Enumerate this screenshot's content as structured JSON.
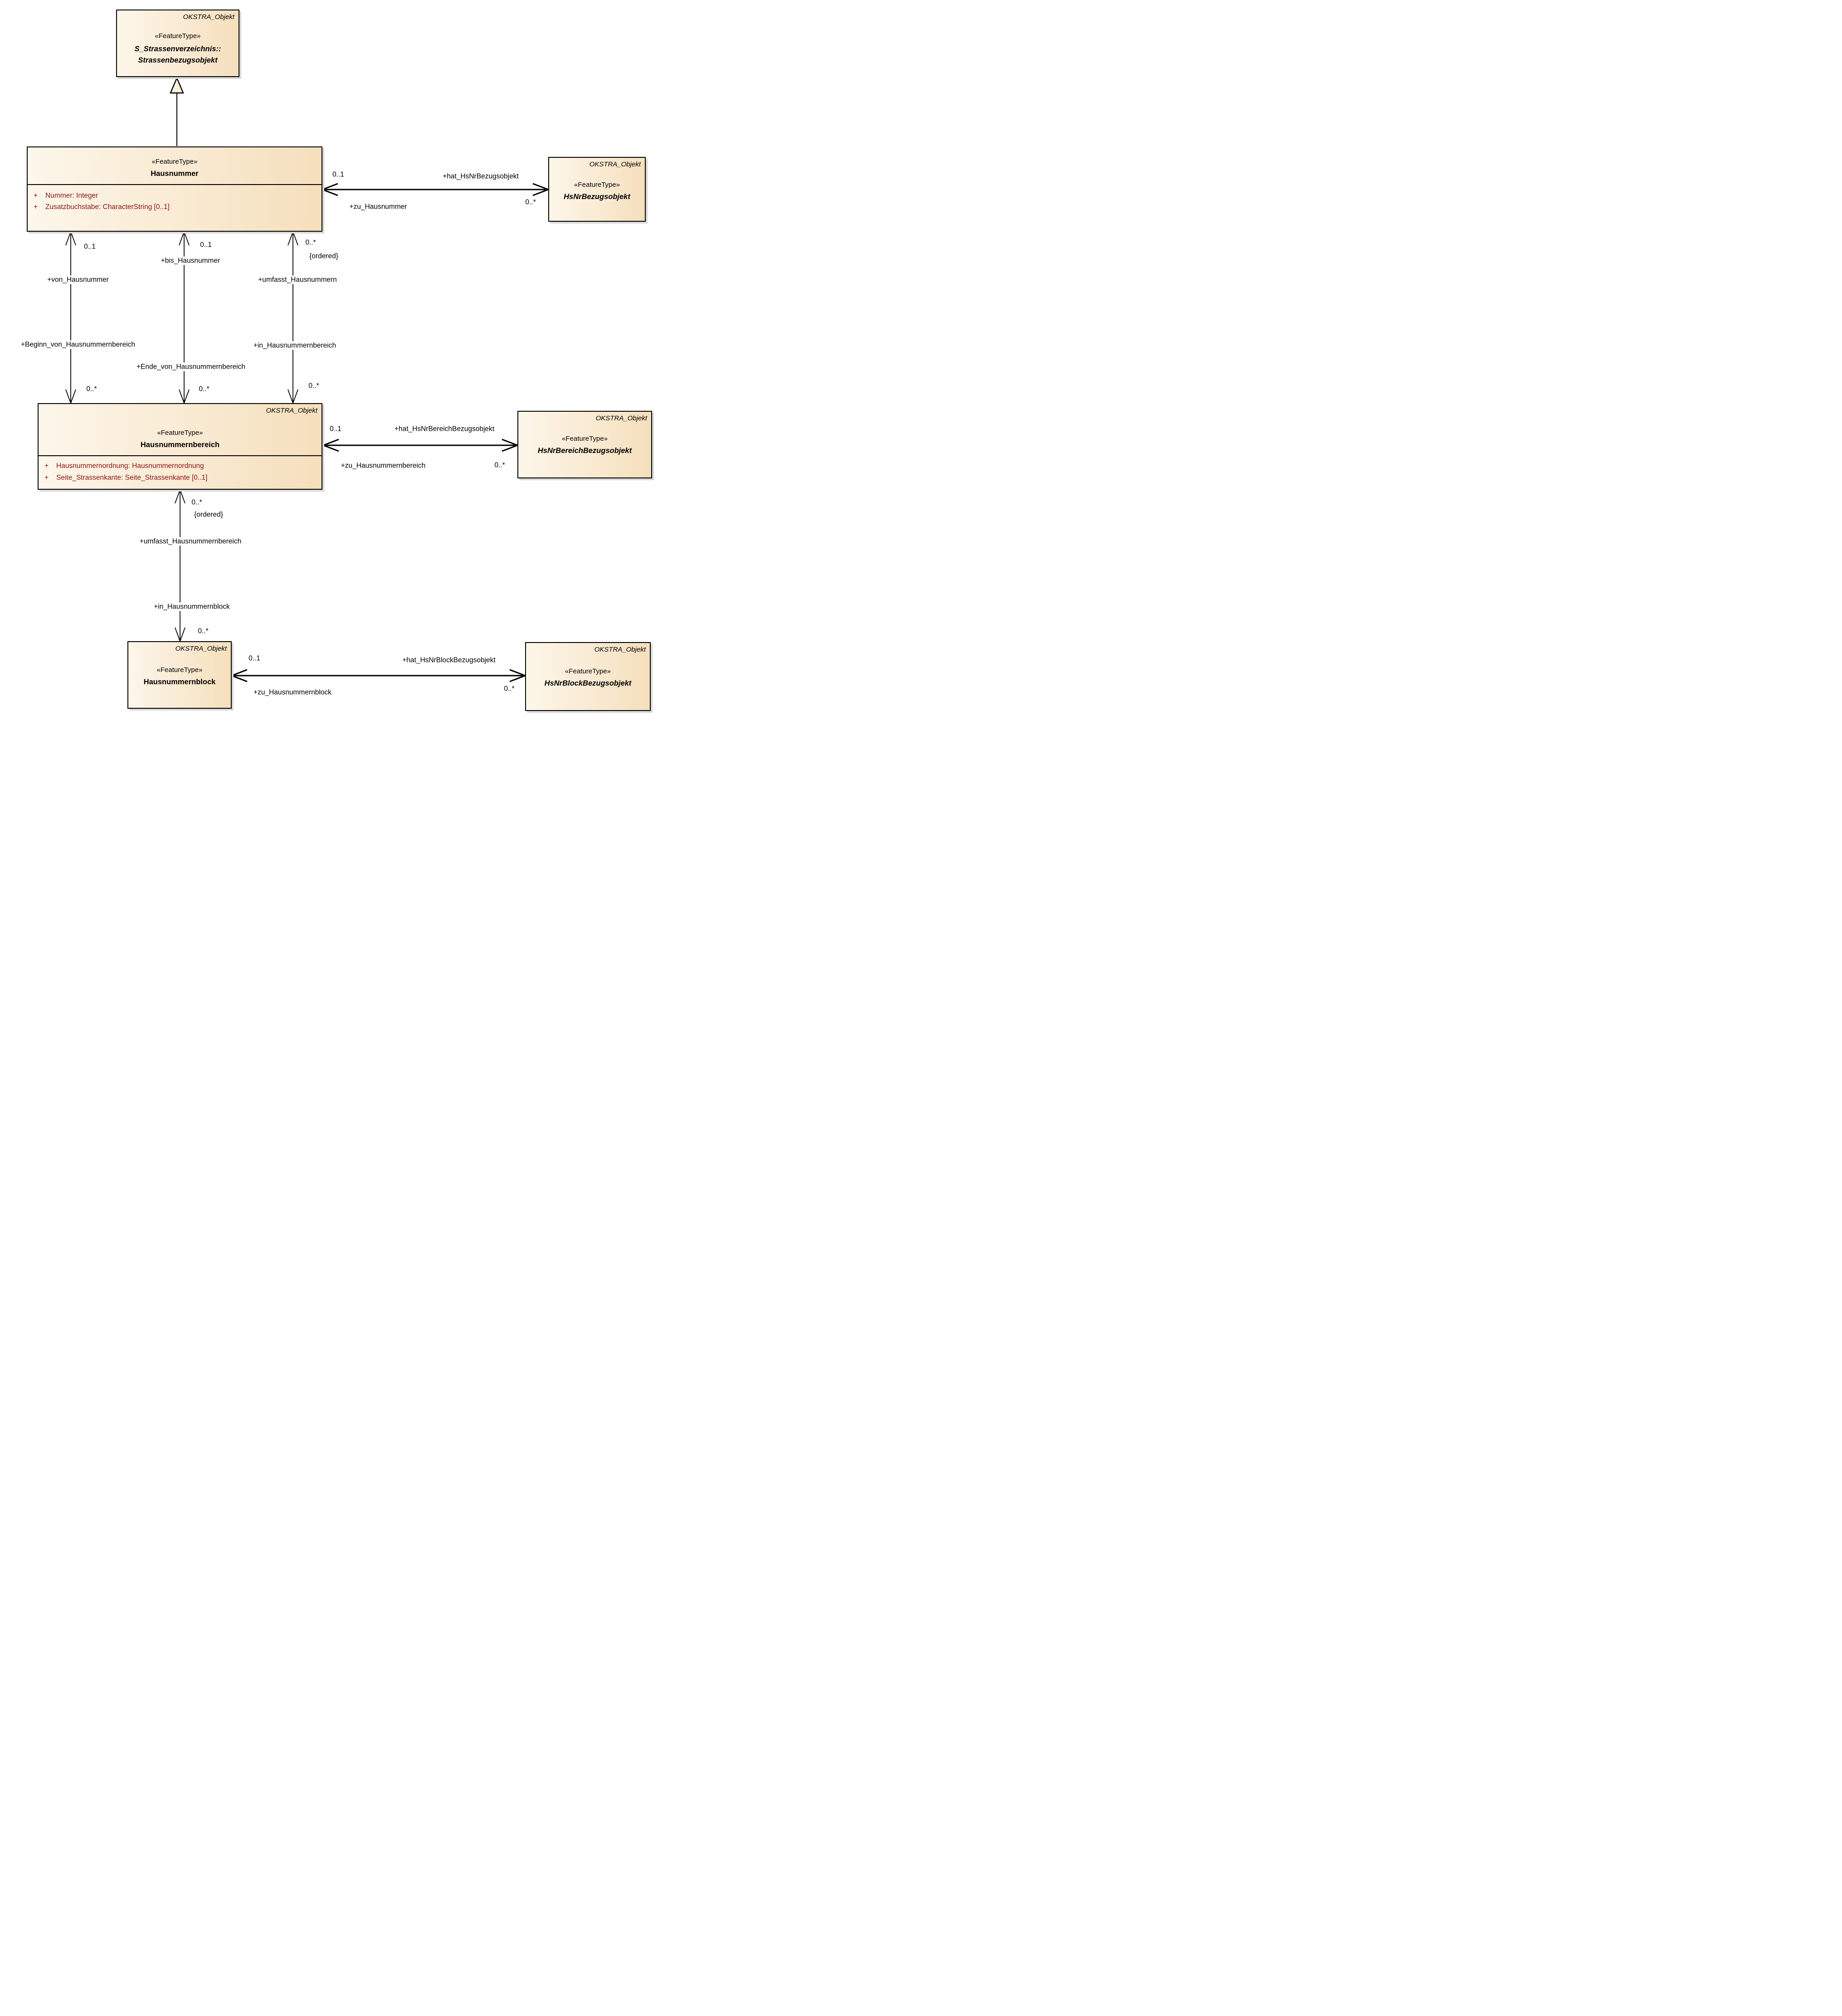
{
  "colors": {
    "box_fill_left": "#fdf6ea",
    "box_fill_right": "#f5dfbc",
    "box_border": "#000000",
    "shadow": "#d8d8d8",
    "attribute_text": "#8b1412",
    "line": "#000000",
    "background": "#ffffff"
  },
  "classes": {
    "strassenbezugsobjekt": {
      "meta": "OKSTRA_Objekt",
      "stereotype": "«FeatureType»",
      "name_line1": "S_Strassenverzeichnis::",
      "name_line2": "Strassenbezugsobjekt"
    },
    "hausnummer": {
      "stereotype": "«FeatureType»",
      "name": "Hausnummer",
      "attributes": [
        {
          "vis": "+",
          "text": "Nummer: Integer"
        },
        {
          "vis": "+",
          "text": "Zusatzbuchstabe: CharacterString [0..1]"
        }
      ]
    },
    "hsnr_bezugsobjekt": {
      "meta": "OKSTRA_Objekt",
      "stereotype": "«FeatureType»",
      "name": "HsNrBezugsobjekt"
    },
    "hausnummernbereich": {
      "meta": "OKSTRA_Objekt",
      "stereotype": "«FeatureType»",
      "name": "Hausnummernbereich",
      "attributes": [
        {
          "vis": "+",
          "text": "Hausnummernordnung: Hausnummernordnung"
        },
        {
          "vis": "+",
          "text": "Seite_Strassenkante: Seite_Strassenkante [0..1]"
        }
      ]
    },
    "hsnrbereich_bezugsobjekt": {
      "meta": "OKSTRA_Objekt",
      "stereotype": "«FeatureType»",
      "name": "HsNrBereichBezugsobjekt"
    },
    "hausnummernblock": {
      "meta": "OKSTRA_Objekt",
      "stereotype": "«FeatureType»",
      "name": "Hausnummernblock"
    },
    "hsnrblock_bezugsobjekt": {
      "meta": "OKSTRA_Objekt",
      "stereotype": "«FeatureType»",
      "name": "HsNrBlockBezugsobjekt"
    }
  },
  "associations": {
    "hat_hsnr": {
      "mult_hausnummer": "0..1",
      "role_bezugsobjekt": "+hat_HsNrBezugsobjekt",
      "role_hausnummer": "+zu_Hausnummer",
      "mult_bezugsobjekt": "0..*"
    },
    "von": {
      "mult_hausnummer": "0..1",
      "role_hausnummer": "+von_Hausnummer",
      "role_bereich": "+Beginn_von_Hausnummernbereich",
      "mult_bereich": "0..*"
    },
    "bis": {
      "mult_hausnummer": "0..1",
      "role_hausnummer": "+bis_Hausnummer",
      "role_bereich": "+Ende_von_Hausnummernbereich",
      "mult_bereich": "0..*"
    },
    "umfasst_hausnummern": {
      "mult_hausnummer": "0..*",
      "constraint": "{ordered}",
      "role_hausnummer": "+umfasst_Hausnummern",
      "role_bereich": "+in_Hausnummernbereich",
      "mult_bereich": "0..*"
    },
    "hat_hsnrbereich": {
      "mult_bereich": "0..1",
      "role_bezugsobjekt": "+hat_HsNrBereichBezugsobjekt",
      "role_bereich": "+zu_Hausnummernbereich",
      "mult_bezugsobjekt": "0..*"
    },
    "umfasst_bereich": {
      "mult_bereich": "0..*",
      "constraint": "{ordered}",
      "role_bereich": "+umfasst_Hausnummernbereich",
      "role_block": "+in_Hausnummernblock",
      "mult_block": "0..*"
    },
    "hat_hsnrblock": {
      "mult_block": "0..1",
      "role_bezugsobjekt": "+hat_HsNrBlockBezugsobjekt",
      "role_block": "+zu_Hausnummernblock",
      "mult_bezugsobjekt": "0..*"
    }
  }
}
